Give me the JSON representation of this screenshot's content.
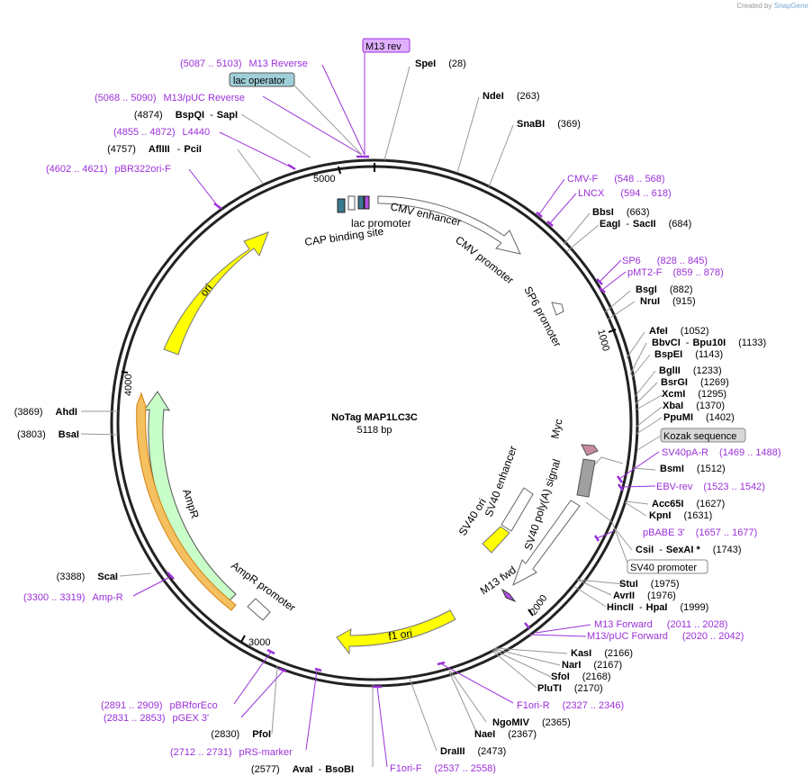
{
  "credit": {
    "text": "Created by",
    "brand": "SnapGene"
  },
  "plasmid": {
    "name": "NoTag MAP1LC3C",
    "size": "5118 bp"
  },
  "tick_labels": [
    "5000",
    "1000",
    "2000",
    "3000",
    "4000"
  ],
  "sites": {
    "SpeI": {
      "name": "SpeI",
      "pos": "(28)"
    },
    "NdeI": {
      "name": "NdeI",
      "pos": "(263)"
    },
    "SnaBI": {
      "name": "SnaBI",
      "pos": "(369)"
    },
    "BbsI": {
      "name": "BbsI",
      "pos": "(663)"
    },
    "EagI": {
      "name": "EagI",
      "sep": "-",
      "name2": "SacII",
      "pos": "(684)"
    },
    "BsgI": {
      "name": "BsgI",
      "pos": "(882)"
    },
    "NruI": {
      "name": "NruI",
      "pos": "(915)"
    },
    "AfeI": {
      "name": "AfeI",
      "pos": "(1052)"
    },
    "BbvCI": {
      "name": "BbvCI",
      "sep": "-",
      "name2": "Bpu10I",
      "pos": "(1133)"
    },
    "BspEI": {
      "name": "BspEI",
      "pos": "(1143)"
    },
    "BglII": {
      "name": "BglII",
      "pos": "(1233)"
    },
    "BsrGI": {
      "name": "BsrGI",
      "pos": "(1269)"
    },
    "XcmI": {
      "name": "XcmI",
      "pos": "(1295)"
    },
    "XbaI": {
      "name": "XbaI",
      "pos": "(1370)"
    },
    "PpuMI": {
      "name": "PpuMI",
      "pos": "(1402)"
    },
    "BsmI": {
      "name": "BsmI",
      "pos": "(1512)"
    },
    "Acc65I": {
      "name": "Acc65I",
      "pos": "(1627)"
    },
    "KpnI": {
      "name": "KpnI",
      "pos": "(1631)"
    },
    "CsiI": {
      "name": "CsiI",
      "sep": "-",
      "name2": "SexAI *",
      "pos": "(1743)"
    },
    "StuI": {
      "name": "StuI",
      "pos": "(1975)"
    },
    "AvrII": {
      "name": "AvrII",
      "pos": "(1976)"
    },
    "HincII": {
      "name": "HincII",
      "sep": "-",
      "name2": "HpaI",
      "pos": "(1999)"
    },
    "KasI": {
      "name": "KasI",
      "pos": "(2166)"
    },
    "NarI": {
      "name": "NarI",
      "pos": "(2167)"
    },
    "SfoI": {
      "name": "SfoI",
      "pos": "(2168)"
    },
    "PluTI": {
      "name": "PluTI",
      "pos": "(2170)"
    },
    "NgoMIV": {
      "name": "NgoMIV",
      "pos": "(2365)"
    },
    "NaeI": {
      "name": "NaeI",
      "pos": "(2367)"
    },
    "DraIII": {
      "name": "DraIII",
      "pos": "(2473)"
    },
    "AvaI": {
      "pos": "(2577)",
      "name": "AvaI",
      "sep": "-",
      "name2": "BsoBI"
    },
    "PfoI": {
      "pos": "(2830)",
      "name": "PfoI"
    },
    "ScaI": {
      "pos": "(3388)",
      "name": "ScaI"
    },
    "BsaI": {
      "pos": "(3803)",
      "name": "BsaI"
    },
    "AhdI": {
      "pos": "(3869)",
      "name": "AhdI"
    },
    "AflIII": {
      "pos": "(4757)",
      "name": "AflIII",
      "sep": "-",
      "name2": "PciI"
    },
    "BspQI": {
      "pos": "(4874)",
      "name": "BspQI",
      "sep": "-",
      "name2": "SapI"
    }
  },
  "primers": {
    "M13Rev": {
      "range": "(5087 .. 5103)",
      "name": "M13 Reverse"
    },
    "M13pUCRev": {
      "range": "(5068 .. 5090)",
      "name": "M13/pUC Reverse"
    },
    "L4440": {
      "range": "(4855 .. 4872)",
      "name": "L4440"
    },
    "pBR322ori": {
      "range": "(4602 .. 4621)",
      "name": "pBR322ori-F"
    },
    "CMVF": {
      "name": "CMV-F",
      "range": "(548 .. 568)"
    },
    "LNCX": {
      "name": "LNCX",
      "range": "(594 .. 618)"
    },
    "SP6": {
      "name": "SP6",
      "range": "(828 .. 845)"
    },
    "pMT2F": {
      "name": "pMT2-F",
      "range": "(859 .. 878)"
    },
    "SV40pAR": {
      "name": "SV40pA-R",
      "range": "(1469 .. 1488)"
    },
    "EBVrev": {
      "name": "EBV-rev",
      "range": "(1523 .. 1542)"
    },
    "pBABE3": {
      "name": "pBABE 3'",
      "range": "(1657 .. 1677)"
    },
    "M13Fwd": {
      "name": "M13 Forward",
      "range": "(2011 .. 2028)"
    },
    "M13pUCFwd": {
      "name": "M13/pUC Forward",
      "range": "(2020 .. 2042)"
    },
    "F1oriR": {
      "name": "F1ori-R",
      "range": "(2327 .. 2346)"
    },
    "F1oriF": {
      "name": "F1ori-F",
      "range": "(2537 .. 2558)"
    },
    "pBRforEco": {
      "range": "(2891 .. 2909)",
      "name": "pBRforEco"
    },
    "pGEX3": {
      "range": "(2831 .. 2853)",
      "name": "pGEX 3'"
    },
    "pRSmarker": {
      "range": "(2712 .. 2731)",
      "name": "pRS-marker"
    },
    "AmpR": {
      "range": "(3300 .. 3319)",
      "name": "Amp-R"
    }
  },
  "boxed": {
    "M13rev": "M13 rev",
    "lacOperator": "lac operator",
    "kozak": "Kozak sequence",
    "sv40Promoter": "SV40 promoter"
  },
  "features": {
    "cmvEnhancer": "CMV enhancer",
    "cmvPromoter": "CMV promoter",
    "sp6Promoter": "SP6 promoter",
    "lacPromoter": "lac promoter",
    "capSite": "CAP binding site",
    "ori": "ori",
    "ampR": "AmpR",
    "ampRPromoter": "AmpR promoter",
    "f1ori": "f1 ori",
    "myc": "Myc",
    "sv40Enhancer": "SV40 enhancer",
    "sv40Ori": "SV40 ori",
    "sv40PolyA": "SV40 poly(A) signal",
    "m13fwd": "M13 fwd"
  },
  "colors": {
    "primer": "#9b30d9",
    "ori": "#ffff00",
    "ampR": "#c8ffc8",
    "ampROutline": "#e8a020",
    "boxTeal": "#9fcfd8",
    "boxPurple": "#e0b0ff",
    "boxGray": "#d8d8d8"
  }
}
